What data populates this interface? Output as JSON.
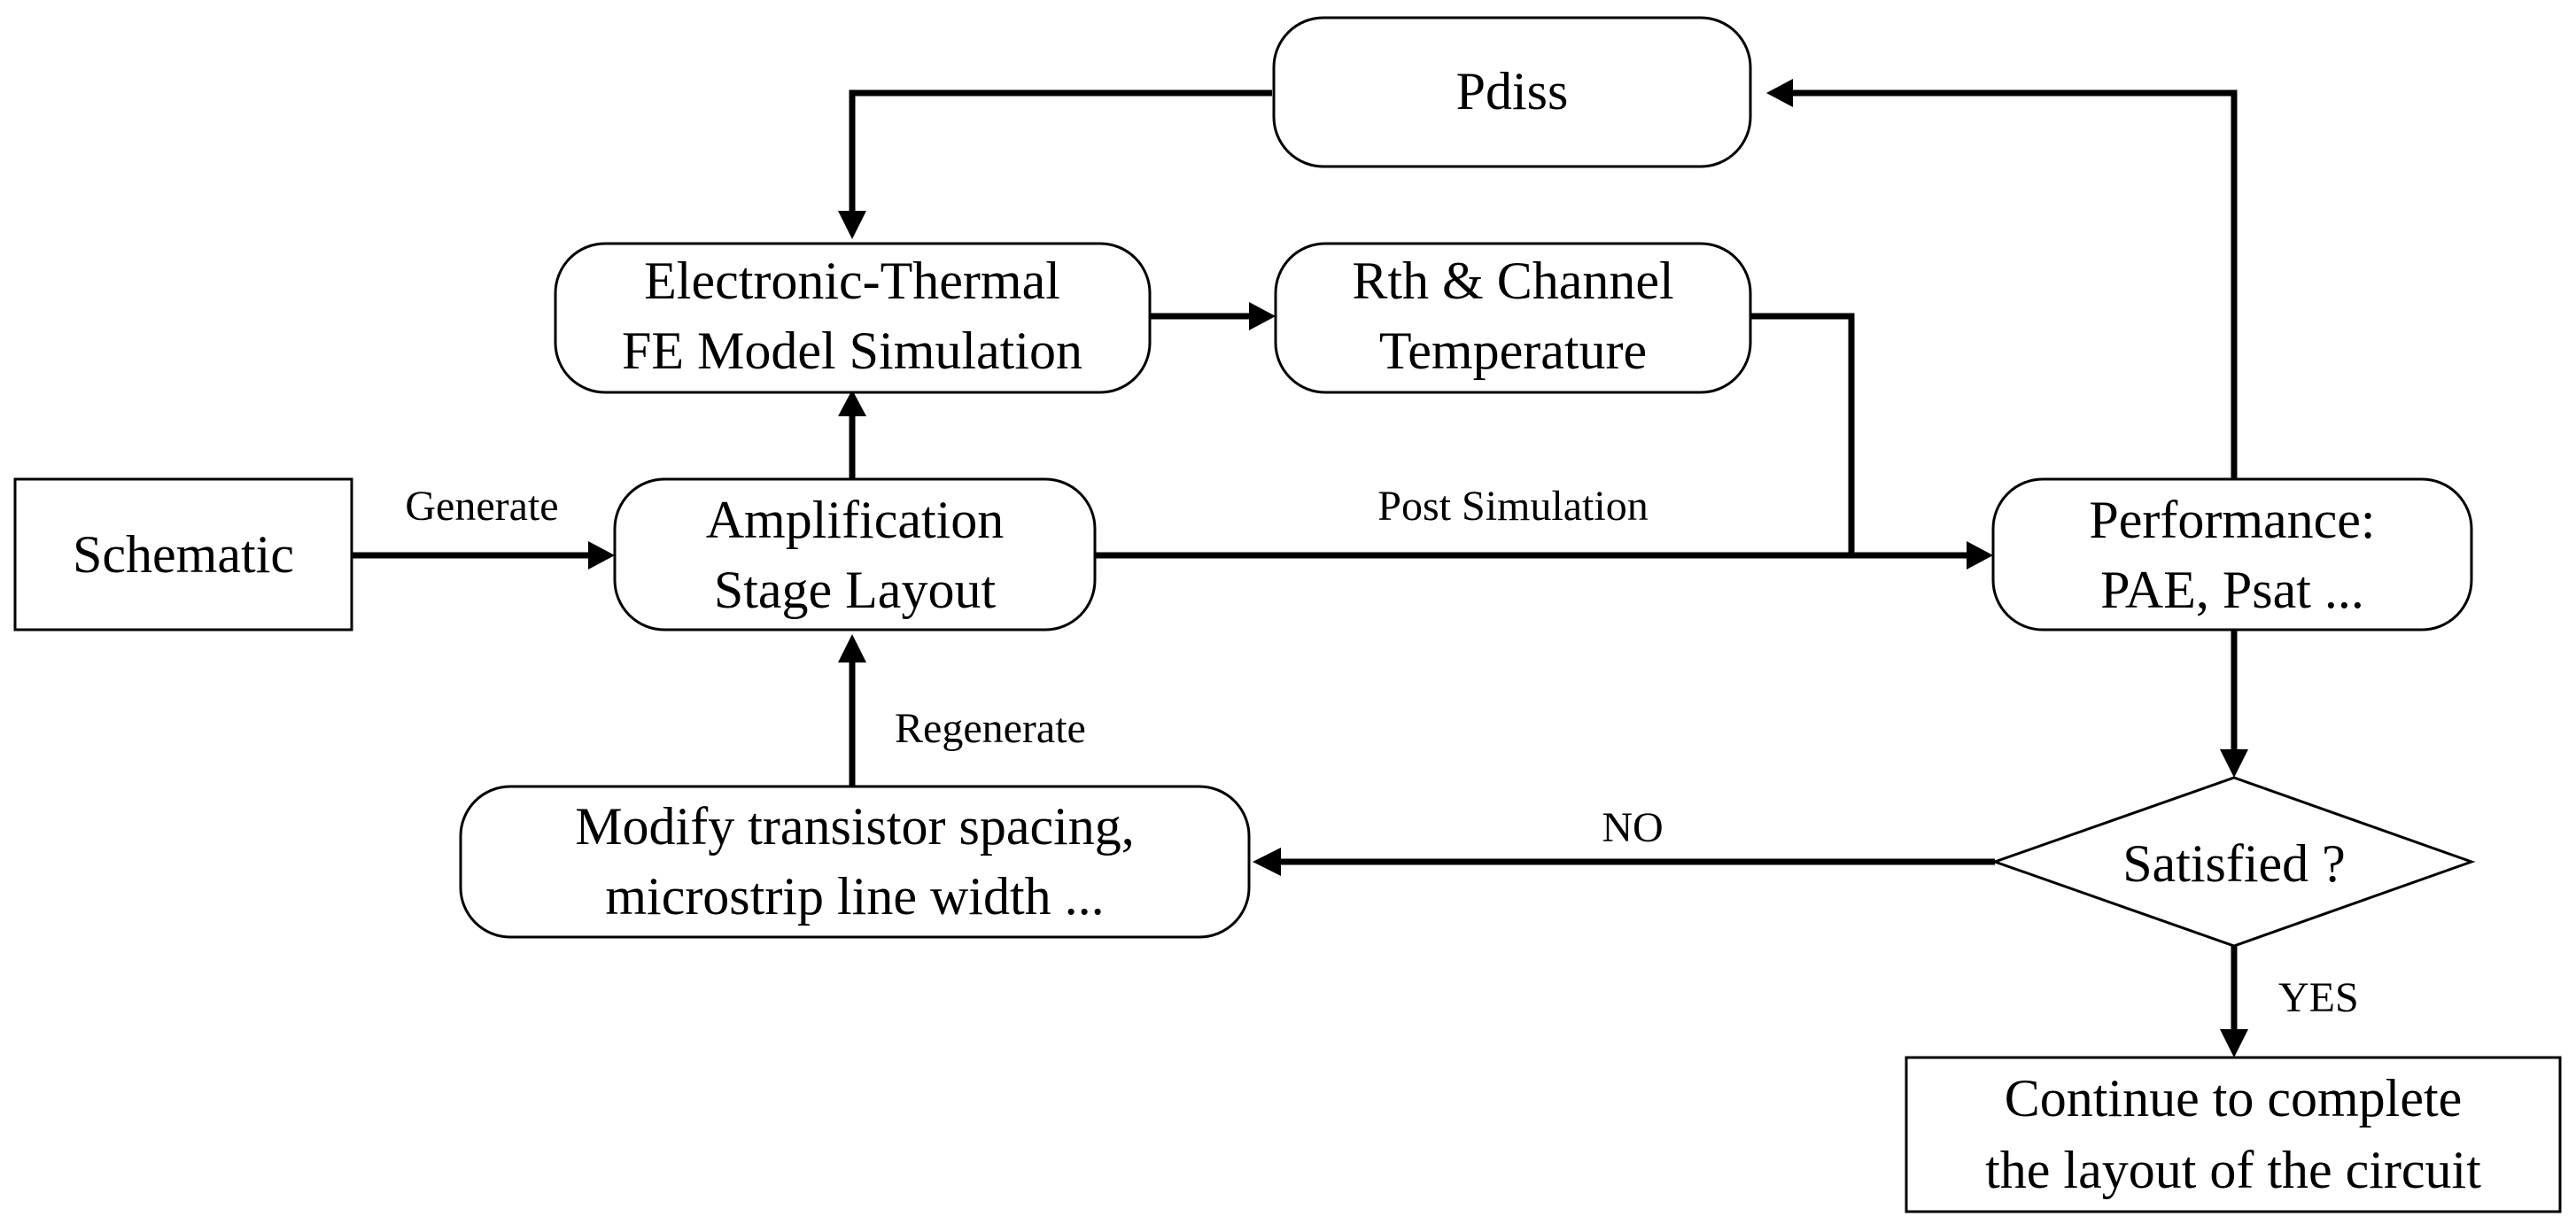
{
  "nodes": {
    "pdiss": [
      "Pdiss"
    ],
    "electronic_thermal": [
      "Electronic-Thermal",
      "FE Model Simulation"
    ],
    "rth": [
      "Rth & Channel",
      "Temperature"
    ],
    "schematic": [
      "Schematic"
    ],
    "amplification": [
      "Amplification",
      "Stage Layout"
    ],
    "performance": [
      "Performance:",
      "PAE, Psat ..."
    ],
    "modify": [
      "Modify transistor spacing,",
      "microstrip line width ..."
    ],
    "satisfied": [
      "Satisfied ?"
    ],
    "continue": [
      "Continue to complete",
      "the layout of the circuit"
    ]
  },
  "edge_labels": {
    "generate": "Generate",
    "post_simulation": "Post Simulation",
    "regenerate": "Regenerate",
    "no": "NO",
    "yes": "YES"
  }
}
